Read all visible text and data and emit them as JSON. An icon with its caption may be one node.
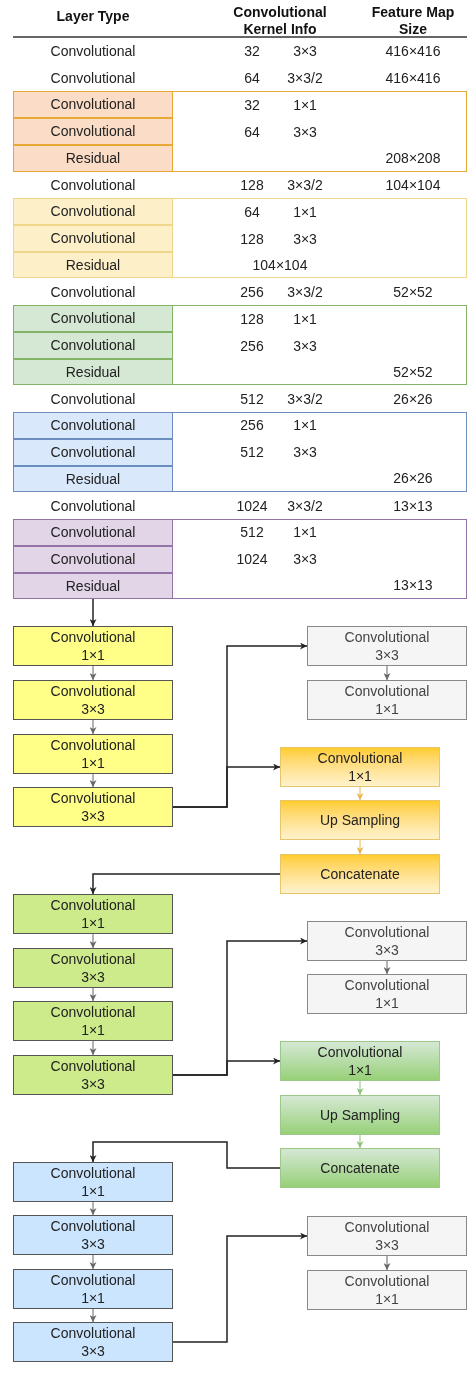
{
  "diagram": {
    "nodes": [
      {
        "text": [],
        "shape": "box"
      },
      {
        "text": [
          "Convolutional"
        ],
        "in": 0
      },
      {
        "text": [
          "Convolutional"
        ],
        "in": 0
      },
      {
        "text": [
          "Residual"
        ],
        "in": 0
      },
      {
        "text": [],
        "shape": "box"
      },
      {
        "text": [
          "Convolutional"
        ],
        "in": 4
      },
      {
        "text": [
          "Convolutional"
        ],
        "in": 4
      },
      {
        "text": [
          "Residual"
        ],
        "in": 4
      },
      {
        "text": [],
        "shape": "box"
      },
      {
        "text": [
          "Convolutional"
        ],
        "in": 8
      },
      {
        "text": [
          "Convolutional"
        ],
        "in": 8
      },
      {
        "text": [
          "Residual"
        ],
        "in": 8
      },
      {
        "text": [],
        "shape": "box"
      },
      {
        "text": [
          "Convolutional"
        ],
        "in": 12
      },
      {
        "text": [
          "Convolutional"
        ],
        "in": 12
      },
      {
        "text": [
          "Residual"
        ],
        "in": 12
      },
      {
        "text": [],
        "shape": "box"
      },
      {
        "text": [
          "Convolutional"
        ],
        "in": 16
      },
      {
        "text": [
          "Convolutional"
        ],
        "in": 16
      },
      {
        "text": [
          "Residual"
        ],
        "in": 16
      },
      {
        "text": [
          "Convolutional 1×1"
        ]
      },
      {
        "text": [
          "Convolutional 3×3"
        ]
      },
      {
        "text": [
          "Convolutional 1×1"
        ]
      },
      {
        "text": [
          "Convolutional 3×3"
        ]
      },
      {
        "text": [
          "Convolutional 3×3"
        ]
      },
      {
        "text": [
          "Convolutional 1×1"
        ]
      },
      {
        "text": [
          "Convolutional 1×1"
        ]
      },
      {
        "text": [
          "Up Sampling"
        ]
      },
      {
        "text": [
          "Concatenate"
        ]
      },
      {
        "text": [
          "Convolutional 1×1"
        ]
      },
      {
        "text": [
          "Convolutional 3×3"
        ]
      },
      {
        "text": [
          "Convolutional 1×1"
        ]
      },
      {
        "text": [
          "Convolutional 3×3"
        ]
      },
      {
        "text": [
          "Convolutional 3×3"
        ]
      },
      {
        "text": [
          "Convolutional 1×1"
        ]
      },
      {
        "text": [
          "Convolutional 1×1"
        ]
      },
      {
        "text": [
          "Up Sampling"
        ]
      },
      {
        "text": [
          "Concatenate"
        ]
      },
      {
        "text": [
          "Convolutional 1×1"
        ]
      },
      {
        "text": [
          "Convolutional 3×3"
        ]
      },
      {
        "text": [
          "Convolutional 1×1"
        ]
      },
      {
        "text": [
          "Convolutional 3×3"
        ]
      },
      {
        "text": [
          "Convolutional 3×3"
        ]
      },
      {
        "text": [
          "Convolutional 1×1"
        ]
      }
    ],
    "edges": [
      {
        "from": 19,
        "to": 20,
        "arrow": "to",
        "color": "#222222"
      },
      {
        "from": 20,
        "to": 21,
        "arrow": "to"
      },
      {
        "from": 21,
        "to": 22,
        "arrow": "to"
      },
      {
        "from": 22,
        "to": 23,
        "arrow": "to"
      },
      {
        "from": 23,
        "to": 24,
        "arrow": "to",
        "color": "#222222"
      },
      {
        "from": 23,
        "to": 26,
        "arrow": "to",
        "color": "#222222"
      },
      {
        "from": 24,
        "to": 25,
        "arrow": "to"
      },
      {
        "from": 26,
        "to": 27,
        "arrow": "to",
        "color": "#e6b84a"
      },
      {
        "from": 27,
        "to": 28,
        "arrow": "to",
        "color": "#e6b84a"
      },
      {
        "from": 28,
        "to": 29,
        "arrow": "to",
        "color": "#222222"
      },
      {
        "from": 29,
        "to": 30,
        "arrow": "to"
      },
      {
        "from": 30,
        "to": 31,
        "arrow": "to"
      },
      {
        "from": 31,
        "to": 32,
        "arrow": "to"
      },
      {
        "from": 32,
        "to": 33,
        "arrow": "to",
        "color": "#222222"
      },
      {
        "from": 32,
        "to": 35,
        "arrow": "to",
        "color": "#222222"
      },
      {
        "from": 33,
        "to": 34,
        "arrow": "to"
      },
      {
        "from": 35,
        "to": 36,
        "arrow": "to",
        "color": "#8cc47a"
      },
      {
        "from": 36,
        "to": 37,
        "arrow": "to",
        "color": "#8cc47a"
      },
      {
        "from": 37,
        "to": 38,
        "arrow": "to",
        "color": "#222222"
      },
      {
        "from": 38,
        "to": 39,
        "arrow": "to"
      },
      {
        "from": 39,
        "to": 40,
        "arrow": "to"
      },
      {
        "from": 40,
        "to": 41,
        "arrow": "to"
      },
      {
        "from": 41,
        "to": 42,
        "arrow": "to",
        "color": "#222222"
      },
      {
        "from": 42,
        "to": 43,
        "arrow": "to"
      }
    ],
    "labels": [
      "Layer Type",
      "Convolutional Kernel Info",
      "Feature Map Size",
      "Convolutional",
      "32",
      "3×3",
      "416×416",
      "Convolutional",
      "64",
      "3×3/2",
      "416×416",
      "32",
      "1×1",
      "64",
      "3×3",
      "208×208",
      "Convolutional",
      "128",
      "3×3/2",
      "104×104",
      "64",
      "1×1",
      "128",
      "3×3",
      "104×104",
      "Convolutional",
      "256",
      "3×3/2",
      "52×52",
      "128",
      "1×1",
      "256",
      "3×3",
      "52×52",
      "Convolutional",
      "512",
      "3×3/2",
      "26×26",
      "256",
      "1×1",
      "512",
      "3×3",
      "26×26",
      "Convolutional",
      "1024",
      "3×3/2",
      "13×13",
      "512",
      "1×1",
      "1024",
      "3×3",
      "13×13"
    ]
  }
}
